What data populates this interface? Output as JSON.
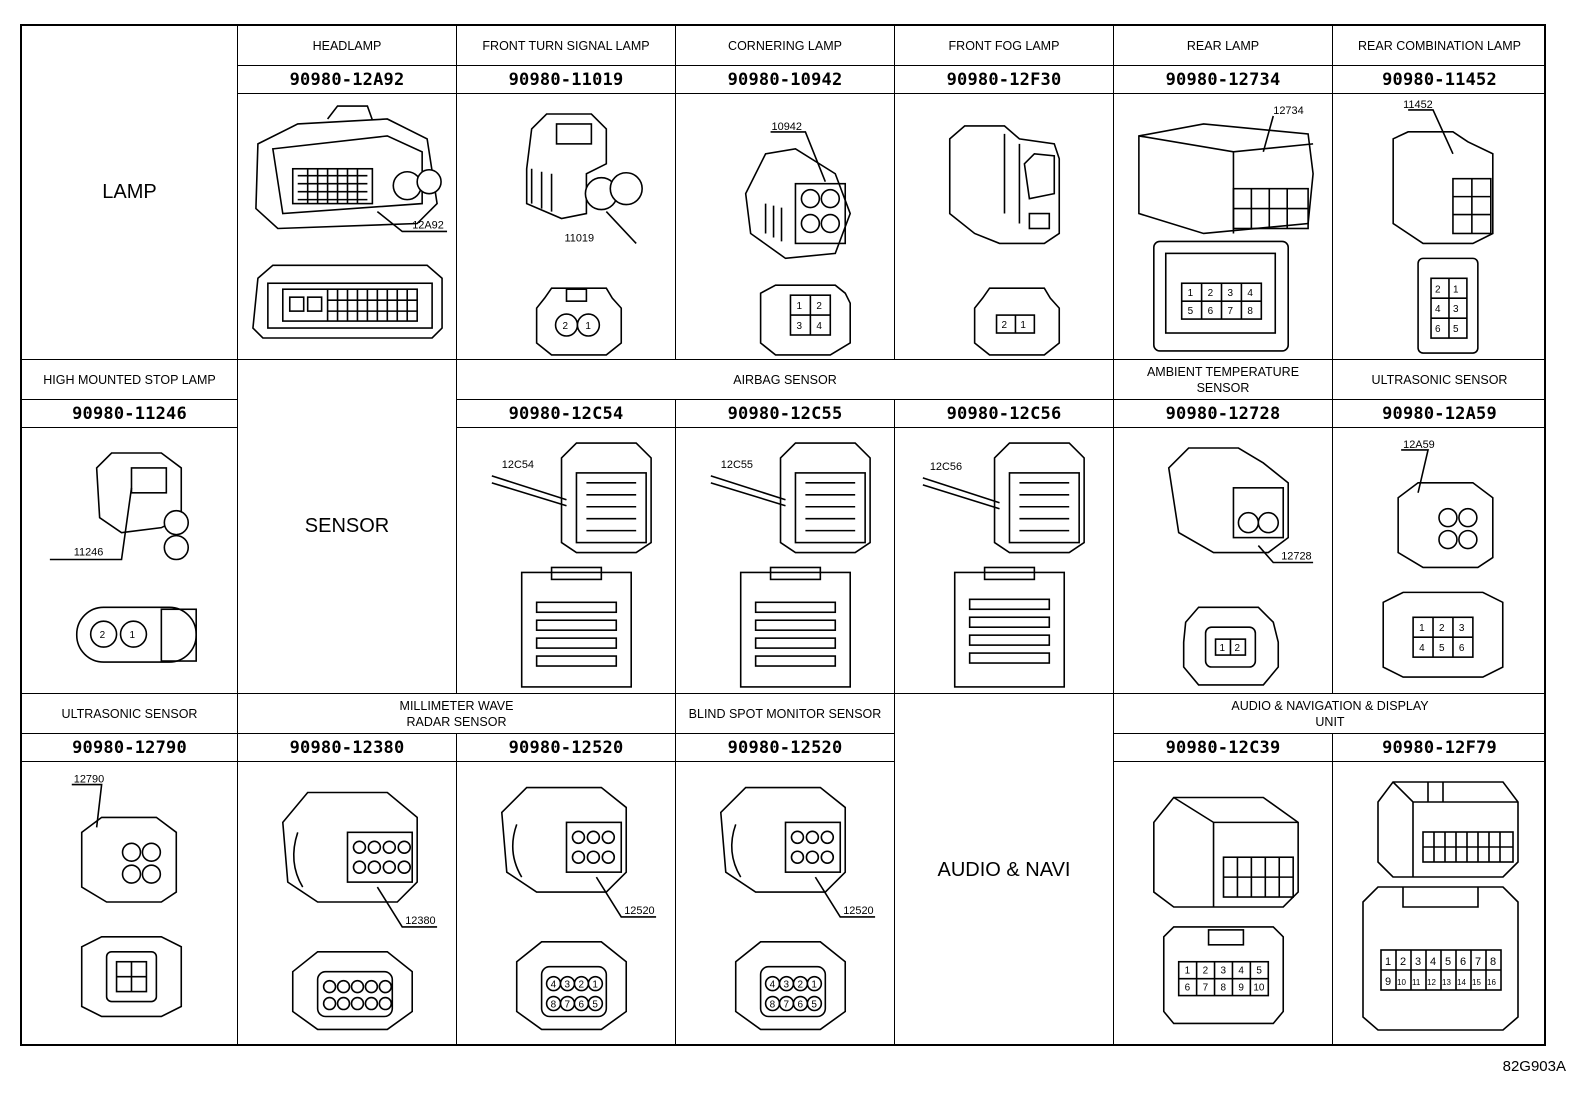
{
  "categories": {
    "lamp": "LAMP",
    "sensor": "SENSOR",
    "audio": "AUDIO & NAVI"
  },
  "row1": [
    {
      "title": "HEADLAMP",
      "part": "90980-12A92",
      "tag": "12A92"
    },
    {
      "title": "FRONT TURN SIGNAL LAMP",
      "part": "90980-11019",
      "tag": "11019",
      "pins": [
        "2",
        "1"
      ]
    },
    {
      "title": "CORNERING LAMP",
      "part": "90980-10942",
      "tag": "10942",
      "pins": [
        "1",
        "2",
        "3",
        "4"
      ]
    },
    {
      "title": "FRONT FOG LAMP",
      "part": "90980-12F30",
      "pins": [
        "2",
        "1"
      ]
    },
    {
      "title": "REAR LAMP",
      "part": "90980-12734",
      "tag": "12734",
      "pins": [
        "1",
        "2",
        "3",
        "4",
        "5",
        "6",
        "7",
        "8"
      ]
    },
    {
      "title": "REAR COMBINATION LAMP",
      "part": "90980-11452",
      "tag": "11452",
      "pins": [
        "2",
        "1",
        "4",
        "3",
        "6",
        "5"
      ]
    }
  ],
  "row2": {
    "high_mounted": {
      "title": "HIGH MOUNTED STOP LAMP",
      "part": "90980-11246",
      "tag": "11246",
      "pins": [
        "2",
        "1"
      ]
    },
    "airbag_title": "AIRBAG SENSOR",
    "airbag": [
      {
        "part": "90980-12C54",
        "tag": "12C54"
      },
      {
        "part": "90980-12C55",
        "tag": "12C55"
      },
      {
        "part": "90980-12C56",
        "tag": "12C56"
      }
    ],
    "ambient": {
      "title": "AMBIENT TEMPERATURE\nSENSOR",
      "part": "90980-12728",
      "tag": "12728",
      "pins": [
        "1",
        "2"
      ]
    },
    "ultrasonic": {
      "title": "ULTRASONIC SENSOR",
      "part": "90980-12A59",
      "tag": "12A59",
      "pins": [
        "1",
        "2",
        "3",
        "4",
        "5",
        "6"
      ]
    }
  },
  "row3": {
    "ultrasonic": {
      "title": "ULTRASONIC SENSOR",
      "part": "90980-12790",
      "tag": "12790"
    },
    "mmwave_title": "MILLIMETER WAVE\nRADAR SENSOR",
    "mmwave": [
      {
        "part": "90980-12380",
        "tag": "12380"
      },
      {
        "part": "90980-12520",
        "tag": "12520",
        "pins": [
          "4",
          "3",
          "2",
          "1",
          "8",
          "7",
          "6",
          "5"
        ]
      }
    ],
    "blind": {
      "title": "BLIND SPOT MONITOR SENSOR",
      "part": "90980-12520",
      "tag": "12520",
      "pins": [
        "4",
        "3",
        "2",
        "1",
        "8",
        "7",
        "6",
        "5"
      ]
    },
    "audio_title": "AUDIO & NAVIGATION & DISPLAY\nUNIT",
    "audio": [
      {
        "part": "90980-12C39",
        "pins": [
          "1",
          "2",
          "3",
          "4",
          "5",
          "6",
          "7",
          "8",
          "9",
          "10"
        ]
      },
      {
        "part": "90980-12F79",
        "pins": [
          "1",
          "2",
          "3",
          "4",
          "5",
          "6",
          "7",
          "8",
          "9",
          "10",
          "11",
          "12",
          "13",
          "14",
          "15",
          "16"
        ]
      }
    ]
  },
  "figure_code": "82G903A"
}
